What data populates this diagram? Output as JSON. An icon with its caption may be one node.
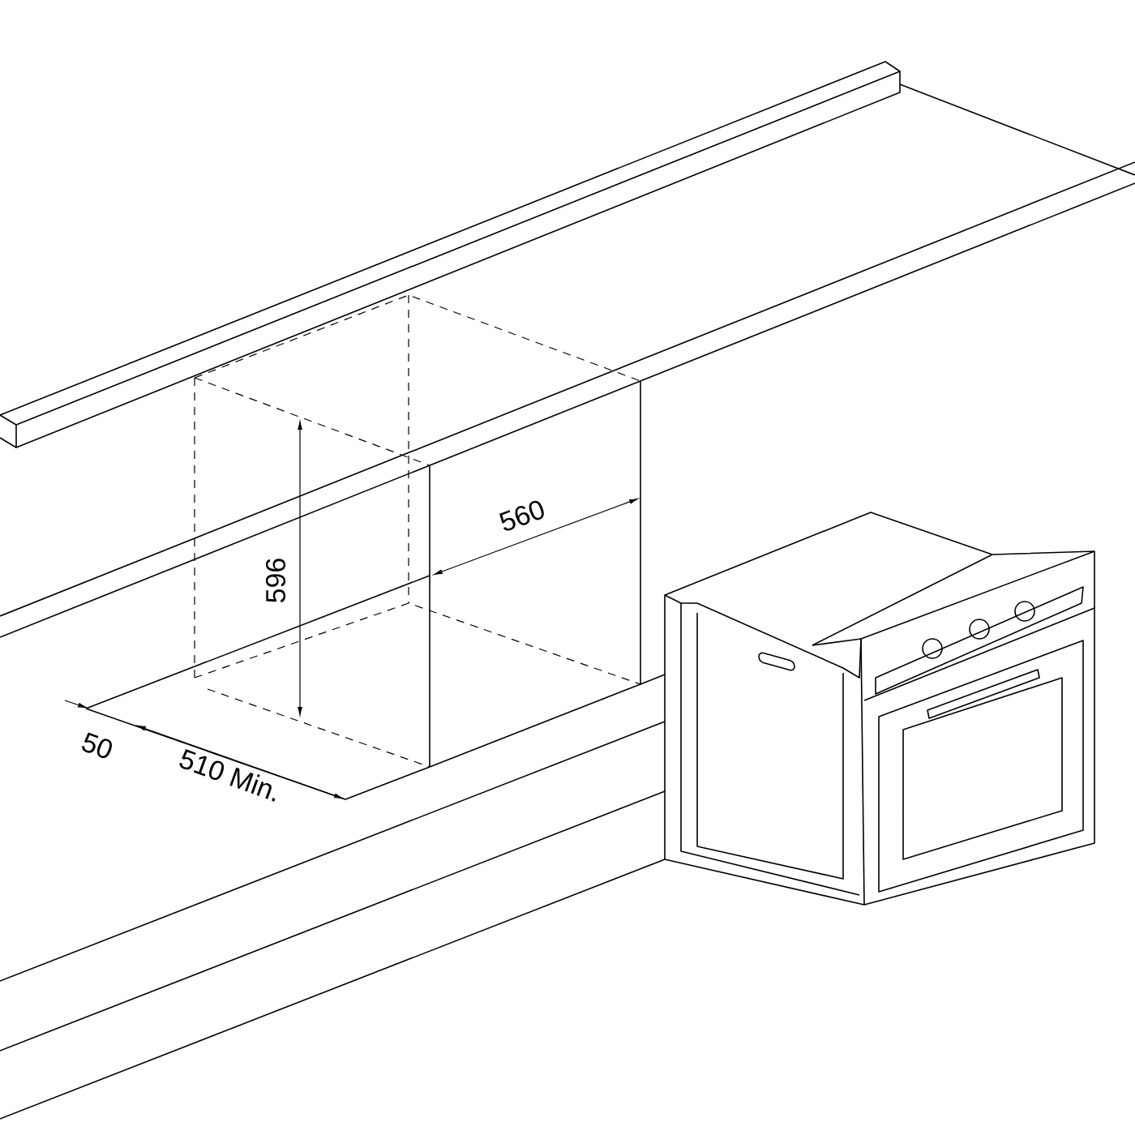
{
  "diagram": {
    "labels": [
      "560",
      "596",
      "50",
      "510 Min."
    ]
  }
}
